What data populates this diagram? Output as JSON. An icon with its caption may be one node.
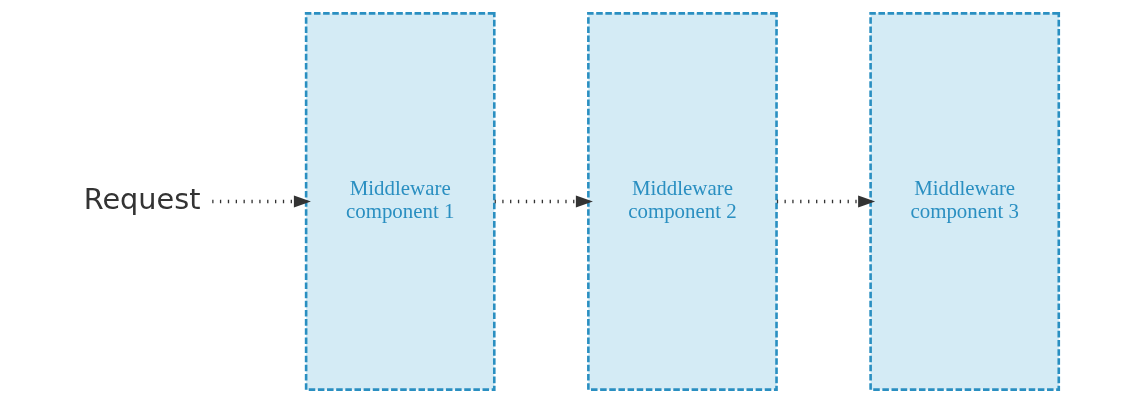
{
  "diagram": {
    "nodes": [
      {
        "text": [
          "Request"
        ]
      },
      {
        "text": [
          "Middleware component 1"
        ]
      },
      {
        "text": [
          "Middleware component 2"
        ]
      },
      {
        "text": [
          "Middleware component 3"
        ]
      }
    ],
    "edges": [
      {
        "from": 0,
        "to": 1,
        "arrow": "to",
        "style": "dashed"
      },
      {
        "from": 1,
        "to": 2,
        "arrow": "to",
        "style": "dashed"
      },
      {
        "from": 2,
        "to": 3,
        "arrow": "to",
        "style": "dashed"
      }
    ]
  }
}
